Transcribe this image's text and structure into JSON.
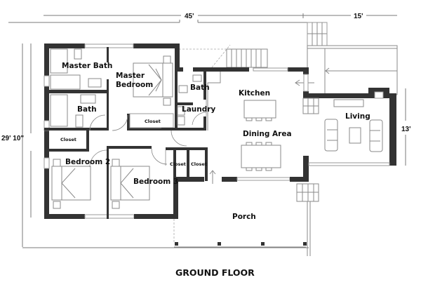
{
  "title": "GROUND FLOOR",
  "dimensions": {
    "width_main": "45'",
    "width_living": "15'",
    "depth": "29' 10\"",
    "living_depth": "13'"
  },
  "rooms": {
    "master_bath": "Master Bath",
    "master_bedroom_line1": "Master",
    "master_bedroom_line2": "Bedroom",
    "bath_small": "Bath",
    "bath": "Bath",
    "laundry": "Laundry",
    "kitchen": "Kitchen",
    "dining": "Dining Area",
    "living": "Living",
    "bedroom2": "Bedroom 2",
    "bedroom3": "Bedroom 3",
    "porch": "Porch",
    "closet_master": "Closet",
    "closet_hall": "Closet",
    "closet_a": "Closet",
    "closet_b": "Closet"
  },
  "colors": {
    "wall": "#333333",
    "line": "#8a8a8a",
    "background": "#ffffff"
  }
}
